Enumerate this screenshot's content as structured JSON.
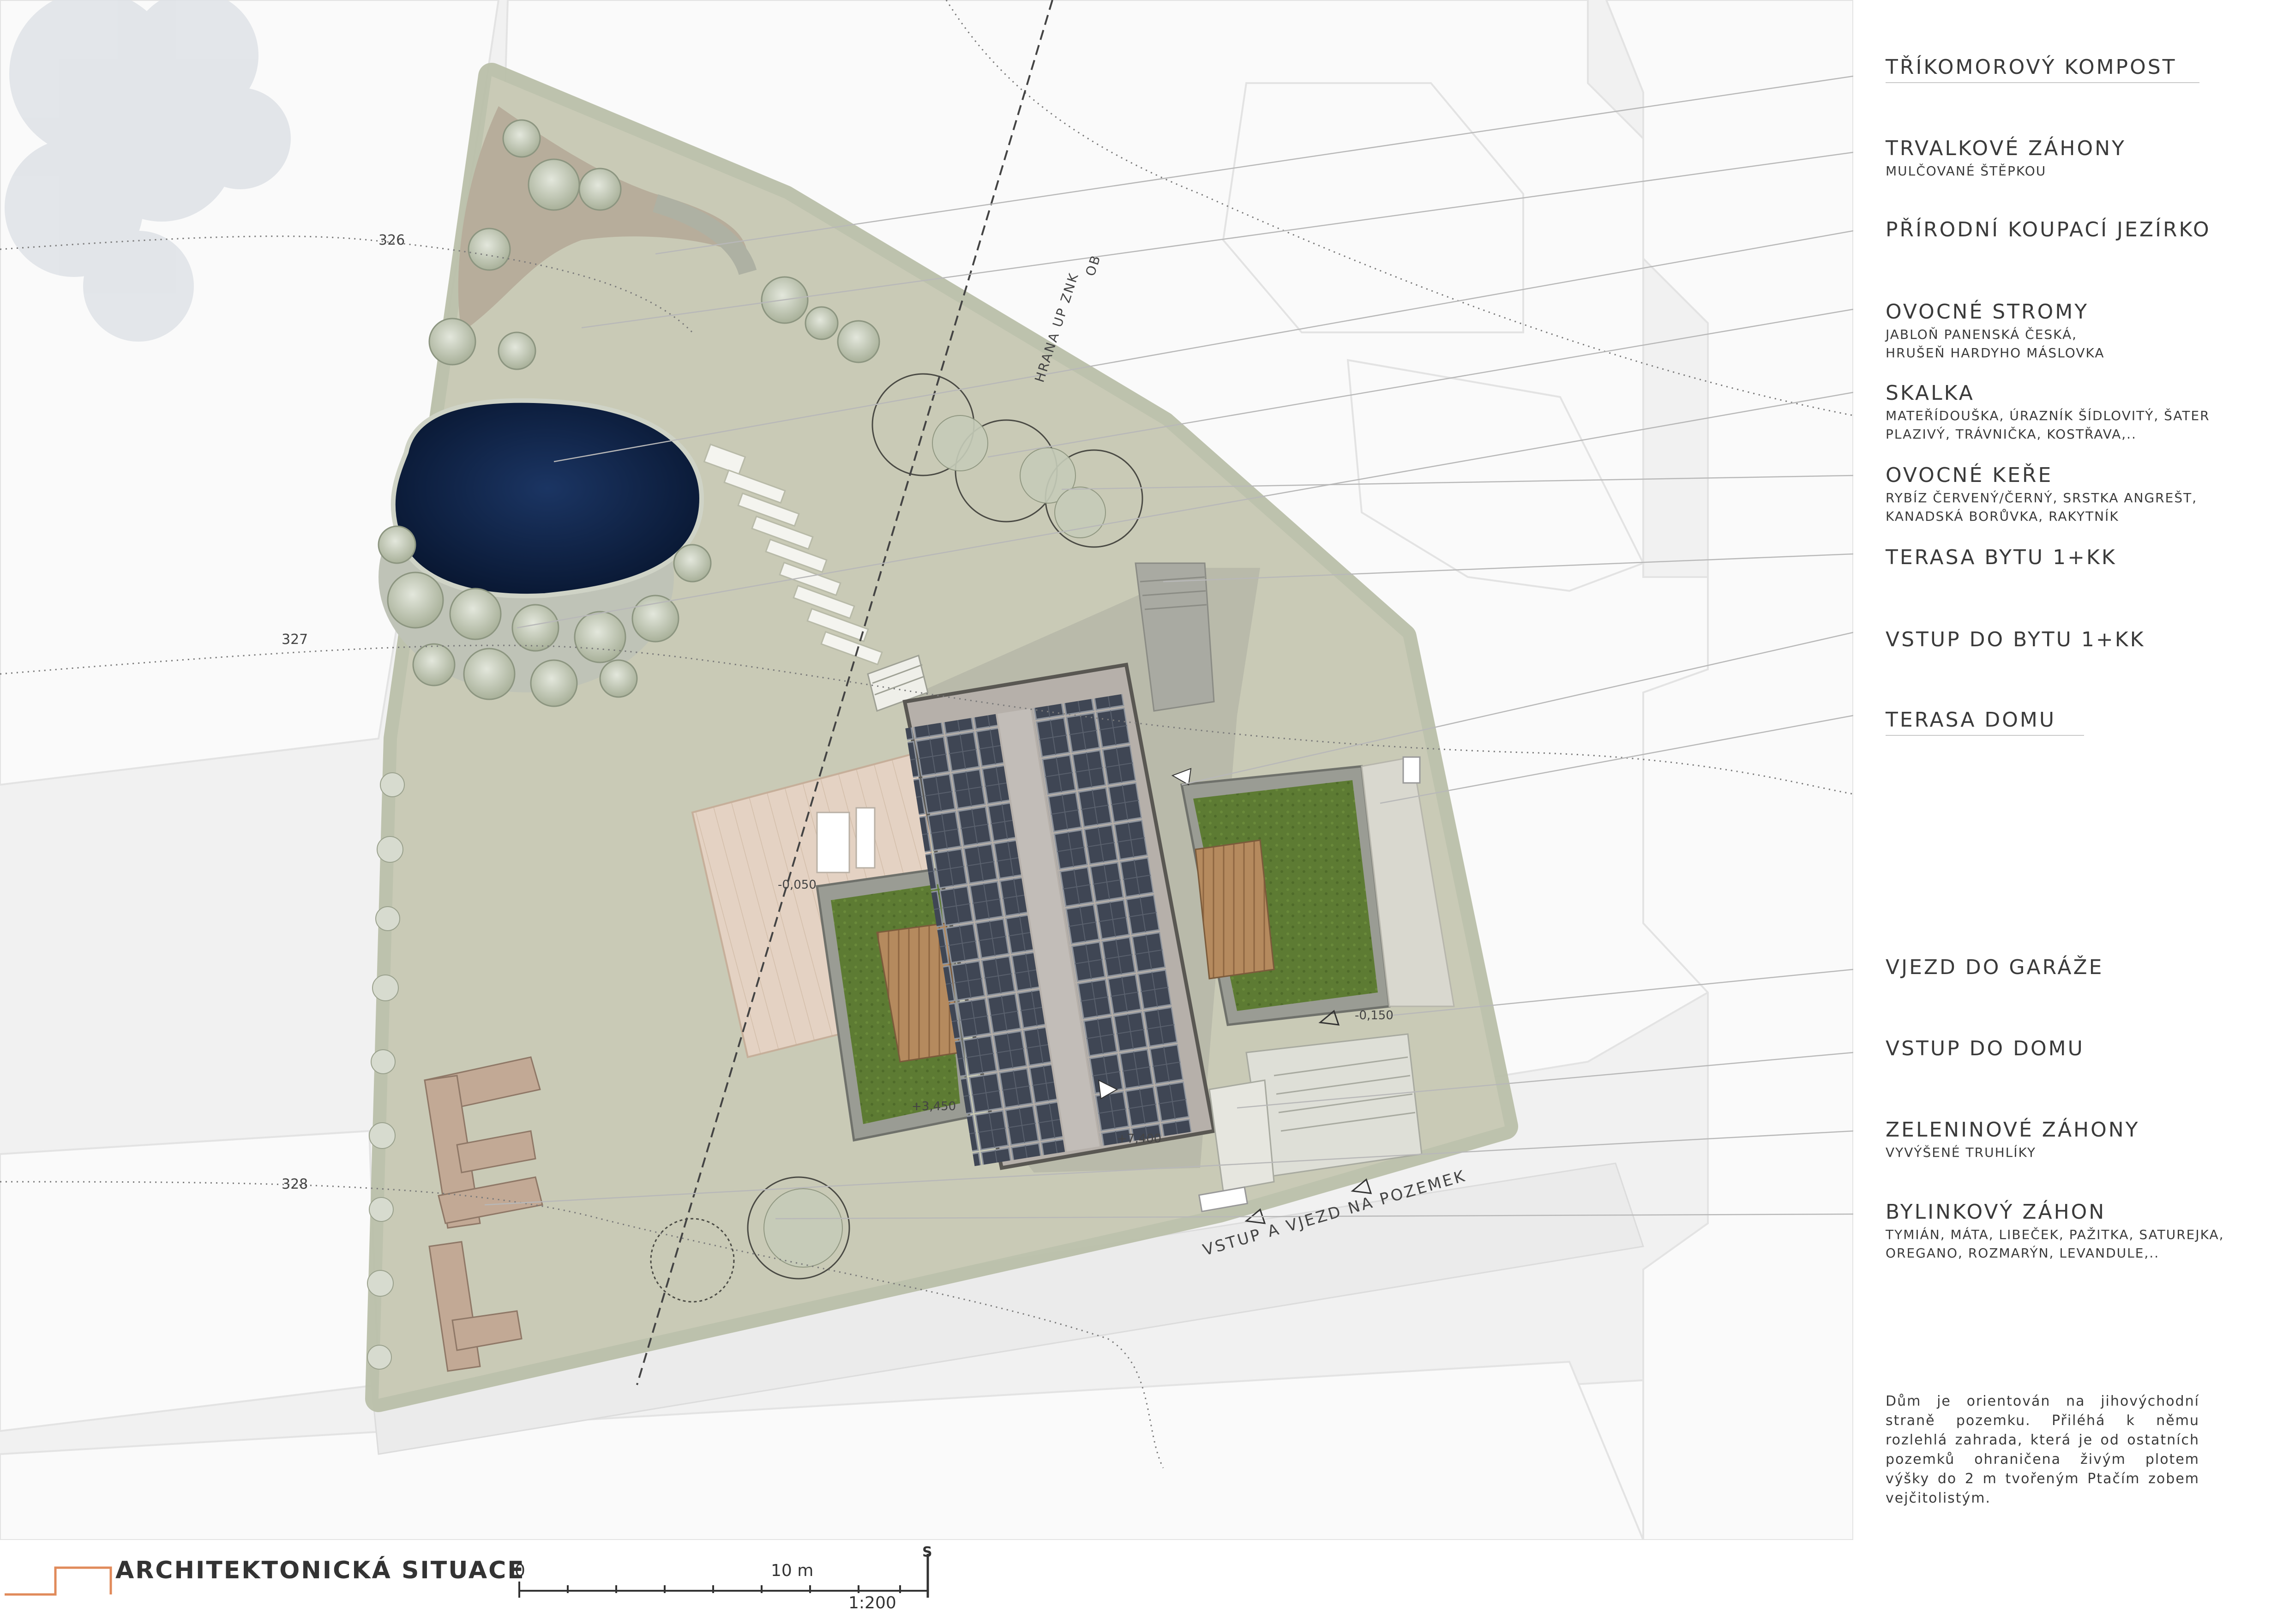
{
  "legend": {
    "items": [
      {
        "title": "TŘÍKOMOROVÝ KOMPOST",
        "sub": []
      },
      {
        "title": "TRVALKOVÉ  ZÁHONY",
        "sub": [
          "MULČOVANÉ ŠTĚPKOU"
        ]
      },
      {
        "title": "PŘÍRODNÍ KOUPACÍ JEZÍRKO",
        "sub": []
      },
      {
        "title": "OVOCNÉ STROMY",
        "sub": [
          "JABLOŇ PANENSKÁ ČESKÁ,",
          "HRUŠEŇ HARDYHO MÁSLOVKA"
        ]
      },
      {
        "title": "SKALKA",
        "sub": [
          "MATEŘÍDOUŠKA, ÚRAZNÍK ŠÍDLOVITÝ, ŠATER",
          "PLAZIVÝ, TRÁVNIČKA, KOSTŘAVA,.."
        ]
      },
      {
        "title": "OVOCNÉ KEŘE",
        "sub": [
          "RYBÍZ ČERVENÝ/ČERNÝ, SRSTKA ANGREŠT,",
          "KANADSKÁ BORŮVKA, RAKYTNÍK"
        ]
      },
      {
        "title": "TERASA BYTU 1+KK",
        "sub": []
      },
      {
        "title": "VSTUP DO BYTU 1+KK",
        "sub": []
      },
      {
        "title": "TERASA DOMU",
        "sub": []
      },
      {
        "title": "VJEZD DO GARÁŽE",
        "sub": []
      },
      {
        "title": "VSTUP DO DOMU",
        "sub": []
      },
      {
        "title": "ZELENINOVÉ ZÁHONY",
        "sub": [
          "VYVÝŠENÉ TRUHLÍKY"
        ]
      },
      {
        "title": "BYLINKOVÝ ZÁHON",
        "sub": [
          "TYMIÁN, MÁTA, LIBEČEK, PAŽITKA, SATUREJKA,",
          "OREGANO, ROZMARÝN, LEVANDULE,.."
        ]
      }
    ],
    "description": "Dům je orientován na jihovýchodní straně pozemku. Přiléhá k němu rozlehlá zahrada, která je od ostatních pozemků ohraničena živým plotem výšky do 2 m tvořeným Ptačím zobem vejčitolistým."
  },
  "plan": {
    "contours": [
      "326",
      "327",
      "328"
    ],
    "levels": [
      "-0,050",
      "+3,450",
      "+7,400",
      "-0,150"
    ],
    "boundary_label": "HRANA UP ZNK",
    "boundary_code": "OB",
    "entrance_label": "VSTUP A VJEZD NA POZEMEK"
  },
  "footer": {
    "title": "ARCHITEKTONICKÁ SITUACE",
    "scale_zero": "0",
    "scale_ten": "10 m",
    "scale_ratio": "1:200",
    "north": "S"
  },
  "colors": {
    "lawn": "#c9cab6",
    "pond": "#0e2040",
    "deck": "#e2cfc0",
    "green_roof": "#5c7a32",
    "roof": "#b6b0aa",
    "solar": "#3d4451",
    "timber": "#b08358"
  }
}
